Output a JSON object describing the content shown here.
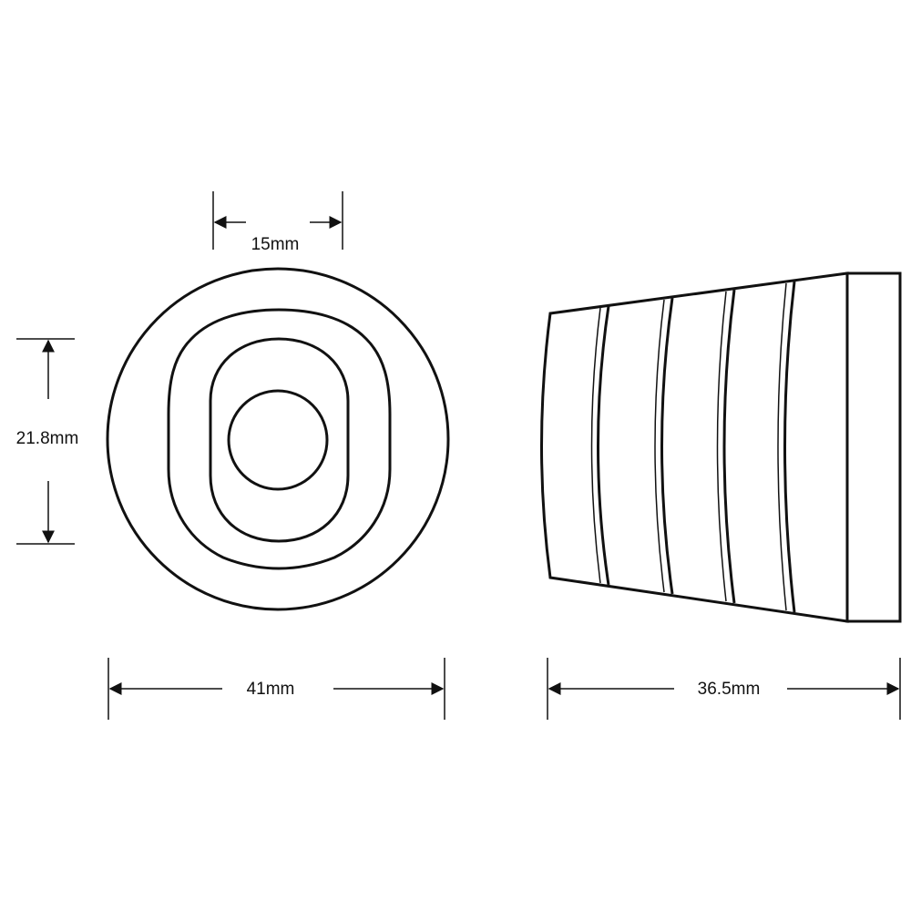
{
  "dimensions": {
    "hole_width": "15mm",
    "hole_height": "21.8mm",
    "outer_diameter": "41mm",
    "length": "36.5mm"
  },
  "colors": {
    "line": "#111111",
    "background": "#ffffff"
  }
}
